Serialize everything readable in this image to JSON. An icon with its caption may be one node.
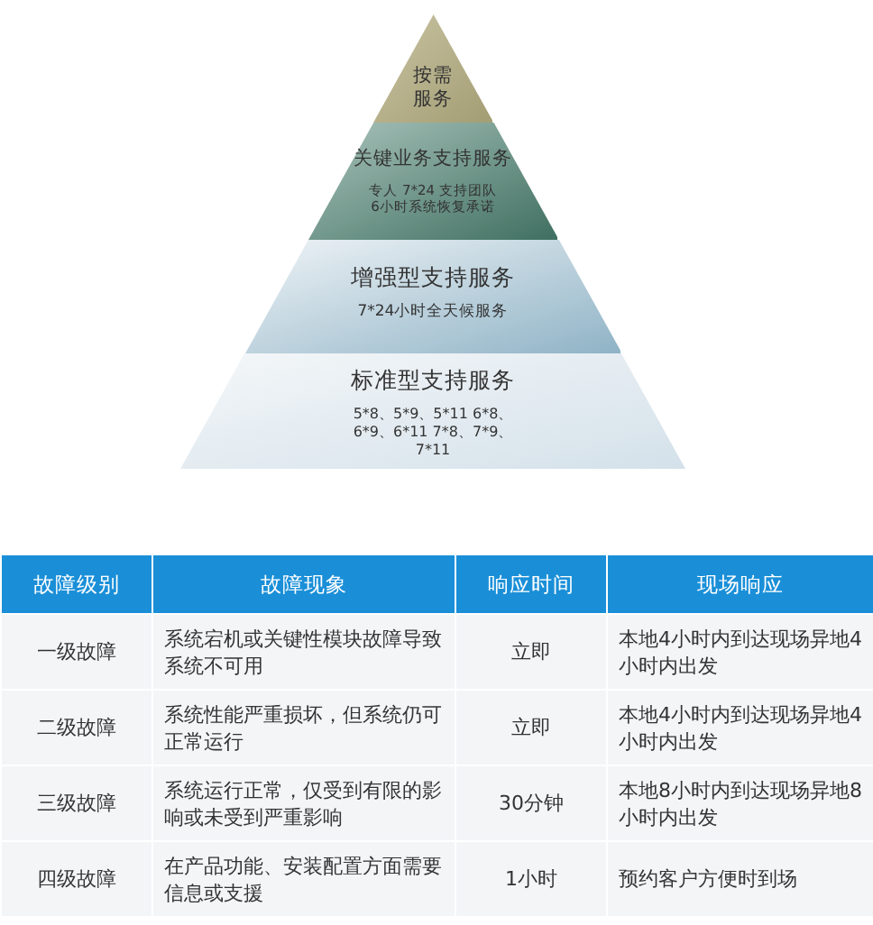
{
  "diagram": {
    "nodes": [
      {
        "text": [
          "按需服务"
        ]
      },
      {
        "text": [
          "关键业务支持服务",
          "专人 7*24 支持团队 6小时系统恢复承诺"
        ]
      },
      {
        "text": [
          "增强型支持服务",
          "7*24小时全天候服务"
        ]
      },
      {
        "text": [
          "标准型支持服务",
          "5*8、5*9、5*11 6*8、6*9、6*11 7*8、7*9、7*11"
        ]
      }
    ],
    "labels": [
      "故障级别",
      "故障现象",
      "响应时间",
      "现场响应",
      "一级故障",
      "系统宕机或关键性模块故障导致系统不可用",
      "立即",
      "本地4小时内到达现场异地4小时内出发",
      "二级故障",
      "系统性能严重损坏，但系统仍可正常运行",
      "立即",
      "本地4小时内到达现场异地4小时内出发",
      "三级故障",
      "系统运行正常，仅受到有限的影响或未受到严重影响",
      "30分钟",
      "本地8小时内到达现场异地8小时内出发",
      "四级故障",
      "在产品功能、安装配置方面需要信息或支援",
      "1小时",
      "预约客户方便时到场"
    ]
  }
}
